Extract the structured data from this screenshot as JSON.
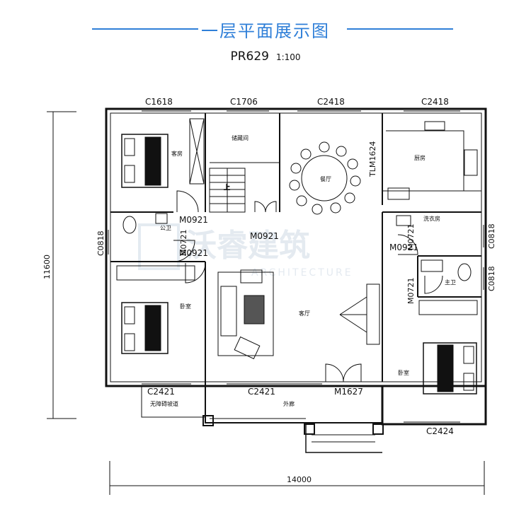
{
  "header": {
    "title": "一层平面展示图",
    "plan_code": "PR629",
    "scale": "1:100",
    "accent_color": "#2f7fd8"
  },
  "watermark": {
    "text": "沃睿建筑",
    "subtext": "ARCHITECTURE"
  },
  "dimensions": {
    "overall_width": "14000",
    "overall_depth": "11600"
  },
  "windows": {
    "w1": "C1618",
    "w2": "C1706",
    "w3": "C2418",
    "w4": "C2418",
    "w5": "C0818",
    "w6": "C0818",
    "w7": "C0818",
    "w8": "C2421",
    "w9": "C2421",
    "w10": "C2424",
    "w11": "TLM1624"
  },
  "doors": {
    "d1": "M0921",
    "d2": "M0921",
    "d3": "M0921",
    "d4": "M0721",
    "d5": "M0921",
    "d6": "M0721",
    "d7": "M0721",
    "d8": "M1627"
  },
  "rooms": {
    "guest_room": "客房",
    "storage": "储藏间",
    "dining": "餐厅",
    "kitchen": "厨房",
    "bath_public": "公卫",
    "laundry": "洗衣房",
    "master_bath": "主卫",
    "bedroom_left": "卧室",
    "living": "客厅",
    "bedroom_right": "卧室",
    "veranda": "外廊",
    "ramp": "无障碍坡道",
    "stair_up": "上"
  }
}
